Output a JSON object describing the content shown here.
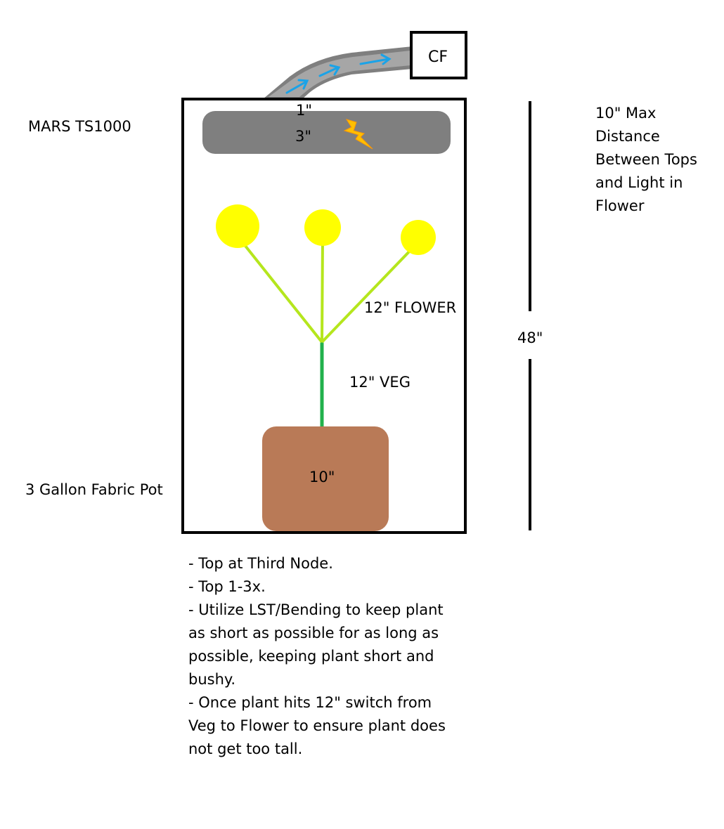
{
  "colors": {
    "tent_border": "#000000",
    "duct": "#a6a6a6",
    "duct_edge": "#7f7f7f",
    "airflow_arrow": "#1aa3e8",
    "light_panel": "#7f7f7f",
    "lightning": "#ffc000",
    "bud": "#ffff00",
    "branch": "#b5e61d",
    "stem": "#22b14c",
    "pot": "#b97a57"
  },
  "icons": {
    "airflow": "arrow-right-icon",
    "light": "lightning-bolt-icon"
  },
  "fan": {
    "label": "CF"
  },
  "light": {
    "name": "MARS TS1000",
    "gap_label": "1\"",
    "height_label": "3\""
  },
  "plant": {
    "flower_label": "12\" FLOWER",
    "veg_label": "12\" VEG"
  },
  "pot": {
    "name": "3 Gallon Fabric Pot",
    "size_label": "10\""
  },
  "tent": {
    "height_label": "48\""
  },
  "side_note": {
    "lines": [
      "10\" Max",
      "Distance",
      "Between Tops",
      "and Light in",
      "Flower"
    ]
  },
  "notes": [
    "- Top at Third Node.",
    "- Top 1-3x.",
    "- Utilize LST/Bending to keep plant",
    "as short as possible for as long as",
    "possible, keeping plant short and",
    "bushy.",
    "- Once plant hits 12\" switch from",
    "Veg to Flower to ensure plant does",
    "not get too tall."
  ]
}
